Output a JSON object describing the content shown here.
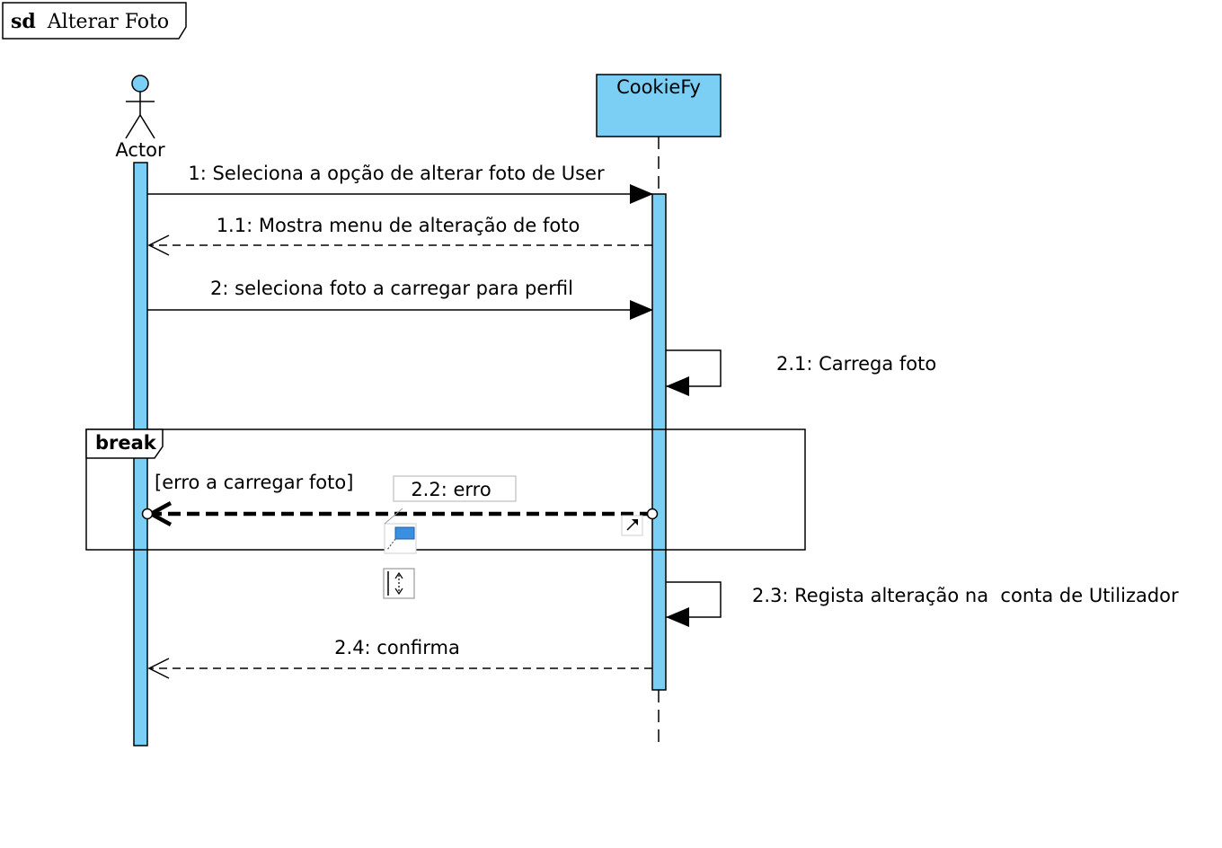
{
  "frame": {
    "keyword": "sd",
    "title": "Alterar Foto"
  },
  "actor": {
    "label": "Actor"
  },
  "lifeline": {
    "label": "CookieFy"
  },
  "messages": [
    {
      "label": "1: Seleciona a opção de alterar foto de User",
      "kind": "sync"
    },
    {
      "label": "1.1: Mostra menu de alteração de foto",
      "kind": "return"
    },
    {
      "label": "2: seleciona foto a carregar para perfil",
      "kind": "sync"
    },
    {
      "label": "2.1: Carrega foto",
      "kind": "self"
    },
    {
      "label": "2.2: erro",
      "kind": "return-selected"
    },
    {
      "label": "2.3: Regista alteração na  conta de Utilizador",
      "kind": "self"
    },
    {
      "label": "2.4: confirma",
      "kind": "return"
    }
  ],
  "fragment": {
    "operator": "break",
    "guard": "[erro a carregar foto]"
  },
  "colors": {
    "fill": "#7ccff4",
    "stroke": "#000000",
    "handle": "#3b8fe0"
  },
  "icons": [
    "flag-icon",
    "resize-vertical-icon",
    "link-arrow-icon"
  ]
}
